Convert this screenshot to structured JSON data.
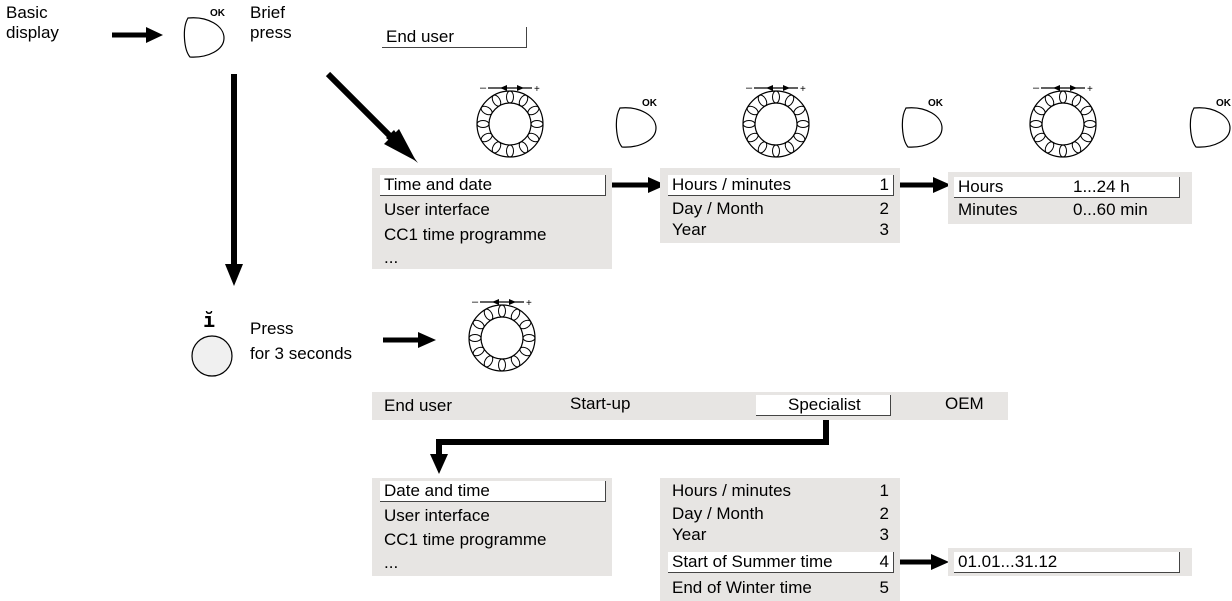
{
  "basic_display": "Basic\ndisplay",
  "brief_press": "Brief\npress",
  "ok_label": "OK",
  "end_user_top": "End user",
  "menu1": {
    "items": [
      "Time and date",
      "User interface",
      "CC1 time programme",
      "..."
    ]
  },
  "menu2": {
    "items": [
      {
        "label": "Hours / minutes",
        "num": "1"
      },
      {
        "label": "Day  / Month",
        "num": "2"
      },
      {
        "label": "Year",
        "num": "3"
      }
    ]
  },
  "menu3": {
    "items": [
      {
        "label": "Hours",
        "range": "1...24 h"
      },
      {
        "label": "Minutes",
        "range": "0...60 min"
      }
    ]
  },
  "press_text": "Press\nfor 3 seconds",
  "levels": [
    "End user",
    "Start-up",
    "Specialist",
    "OEM"
  ],
  "menu4": {
    "items": [
      "Date and time",
      "User interface",
      "CC1 time programme",
      "..."
    ]
  },
  "menu5": {
    "items": [
      {
        "label": "Hours / minutes",
        "num": "1"
      },
      {
        "label": "Day  / Month",
        "num": "2"
      },
      {
        "label": "Year",
        "num": "3"
      },
      {
        "label": "Start of Summer time",
        "num": "4"
      },
      {
        "label": "End of Winter time",
        "num": "5"
      }
    ]
  },
  "summer_range": "01.01...31.12",
  "icons": {
    "ok_button": "ok-button-icon",
    "rotary_knob": "rotary-knob-icon",
    "info_button": "info-button-icon",
    "arrow": "arrow-icon"
  }
}
